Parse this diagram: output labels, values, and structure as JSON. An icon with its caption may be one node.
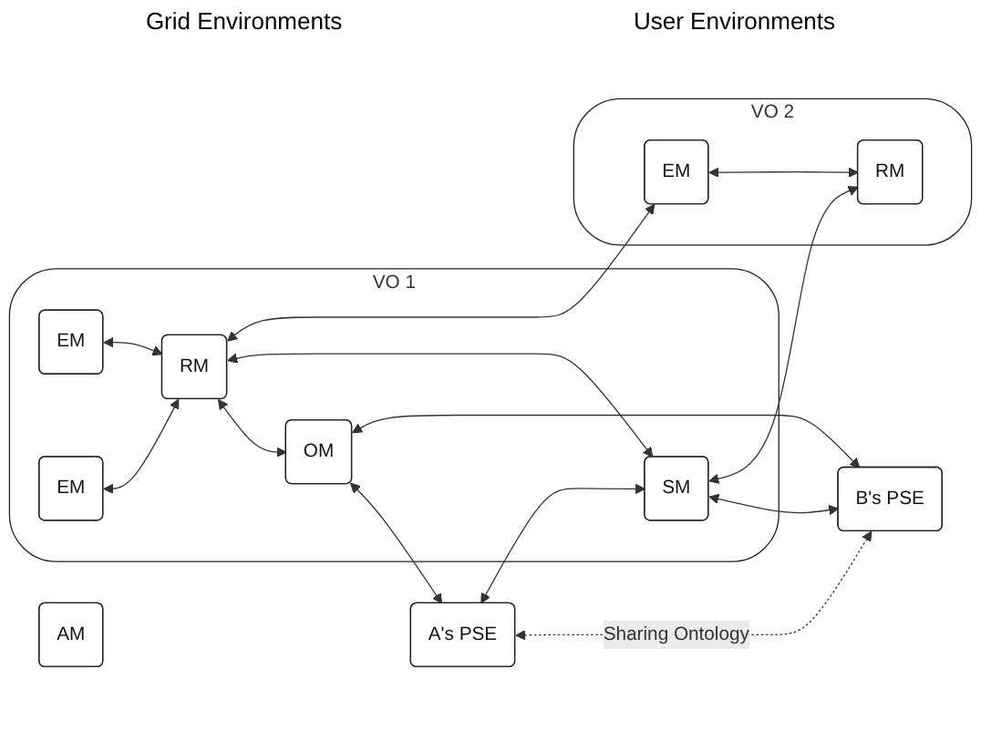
{
  "diagram": {
    "nodes": [
      {
        "text": [
          "AM"
        ]
      },
      {
        "text": [
          "VO 1"
        ]
      },
      {
        "text": [
          "EM"
        ],
        "in": 1
      },
      {
        "text": [
          "EM"
        ],
        "in": 1
      },
      {
        "text": [
          "RM"
        ],
        "in": 1
      },
      {
        "text": [
          "OM"
        ],
        "in": 1
      },
      {
        "text": [
          "SM"
        ],
        "in": 1
      },
      {
        "text": [
          "A's PSE"
        ]
      },
      {
        "text": [
          "B's PSE"
        ]
      },
      {
        "text": [
          "VO 2"
        ]
      },
      {
        "text": [
          "EM"
        ],
        "in": 9
      },
      {
        "text": [
          "RM"
        ],
        "in": 9
      }
    ],
    "edges": [
      {
        "from": 2,
        "to": 4,
        "arrow": "both"
      },
      {
        "from": 3,
        "to": 4,
        "arrow": "both"
      },
      {
        "from": 4,
        "to": 5,
        "arrow": "both"
      },
      {
        "from": 4,
        "to": 6,
        "arrow": "both"
      },
      {
        "from": 5,
        "to": 7,
        "arrow": "both"
      },
      {
        "from": 7,
        "to": 6,
        "arrow": "both"
      },
      {
        "from": 5,
        "to": 8,
        "arrow": "both"
      },
      {
        "from": 6,
        "to": 8,
        "arrow": "both"
      },
      {
        "from": 7,
        "to": 8,
        "arrow": "both",
        "style": "dashed",
        "label": "Sharing Ontology"
      },
      {
        "from": 4,
        "to": 10,
        "arrow": "both"
      },
      {
        "from": 6,
        "to": 11,
        "arrow": "both"
      },
      {
        "from": 10,
        "to": 11,
        "arrow": "both"
      }
    ],
    "labels": [
      "Grid Environments",
      "User Environments"
    ]
  }
}
